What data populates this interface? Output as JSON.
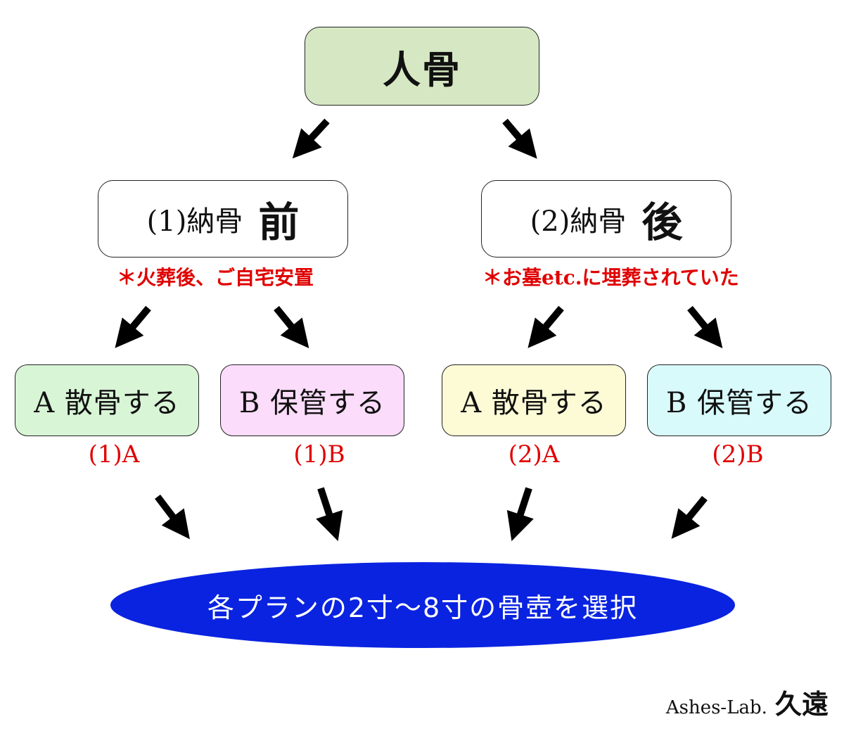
{
  "root": {
    "label": "人骨"
  },
  "branches": [
    {
      "prefix": "(1)納骨",
      "big": "前",
      "note": "＊火葬後、ご自宅安置"
    },
    {
      "prefix": "(2)納骨",
      "big": "後",
      "note": "＊お墓etc.に埋葬されていた"
    }
  ],
  "leaves": [
    {
      "label": "A 散骨する",
      "code": "(1)A",
      "color": "#d8f5d6"
    },
    {
      "label": "B 保管する",
      "code": "(1)B",
      "color": "#fbdcfa"
    },
    {
      "label": "A 散骨する",
      "code": "(2)A",
      "color": "#fcfbd6"
    },
    {
      "label": "B 保管する",
      "code": "(2)B",
      "color": "#d8fafb"
    }
  ],
  "result": {
    "label": "各プランの2寸〜8寸の骨壺を選択",
    "color": "#0a23e0"
  },
  "brand": {
    "en": "Ashes-Lab.",
    "jp": "久遠"
  },
  "colors": {
    "note": "#e00000",
    "arrow": "#000000",
    "root_fill": "#d5e8c3"
  }
}
